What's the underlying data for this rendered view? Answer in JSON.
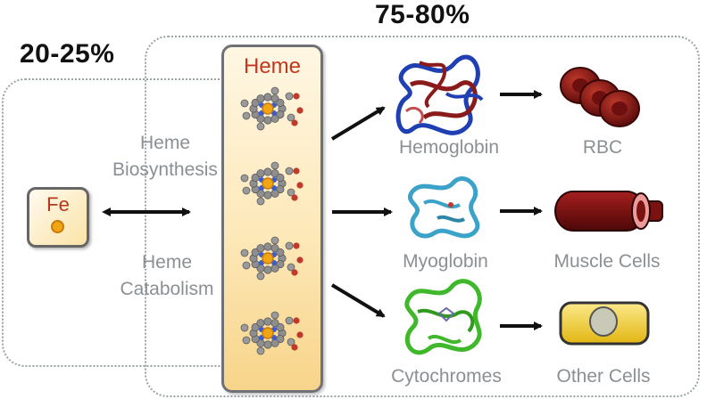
{
  "left_group": {
    "percent": "20-25%",
    "biosynthesis_label": "Heme\nBiosynthesis",
    "catabolism_label": "Heme\nCatabolism",
    "iron_label": "Fe"
  },
  "right_group": {
    "percent": "75-80%"
  },
  "heme_column": {
    "title": "Heme",
    "molecule_count": 4
  },
  "pathways": [
    {
      "protein": "Hemoglobin",
      "target": "RBC"
    },
    {
      "protein": "Myoglobin",
      "target": "Muscle Cells"
    },
    {
      "protein": "Cytochromes",
      "target": "Other Cells"
    }
  ],
  "colors": {
    "heme_title": "#c1381f",
    "frame": "#9aa3a6",
    "label_gray": "#8a9094",
    "hemoglobin_red": "#8b1a1a",
    "hemoglobin_blue": "#1f3fb3",
    "myoglobin_blue": "#3ba3c9",
    "cytochrome_green": "#3fb82b",
    "rbc_red": "#7a1212",
    "cell_yellow": "#f2d22a"
  }
}
